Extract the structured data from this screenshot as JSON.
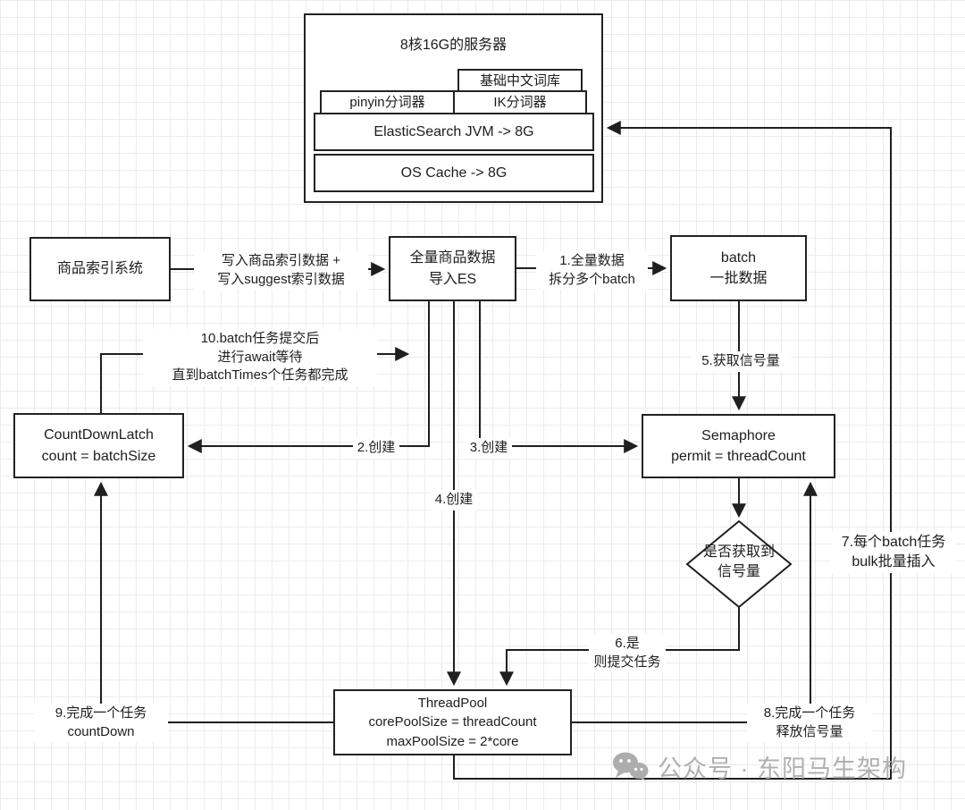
{
  "server": {
    "title": "8核16G的服务器",
    "dict": "基础中文词库",
    "pinyin": "pinyin分词器",
    "ik": "IK分词器",
    "jvm": "ElasticSearch JVM -> 8G",
    "os_cache": "OS Cache -> 8G"
  },
  "nodes": {
    "index_system": {
      "line1": "商品索引系统"
    },
    "import_es": {
      "line1": "全量商品数据",
      "line2": "导入ES"
    },
    "batch": {
      "line1": "batch",
      "line2": "一批数据"
    },
    "countdownlatch": {
      "line1": "CountDownLatch",
      "line2": "count = batchSize"
    },
    "semaphore": {
      "line1": "Semaphore",
      "line2": "permit = threadCount"
    },
    "decision": {
      "line1": "是否获取到",
      "line2": "信号量"
    },
    "threadpool": {
      "line1": "ThreadPool",
      "line2": "corePoolSize = threadCount",
      "line3": "maxPoolSize = 2*core"
    }
  },
  "edge_labels": {
    "write_index": {
      "line1": "写入商品索引数据 +",
      "line2": "写入suggest索引数据"
    },
    "step1": {
      "line1": "1.全量数据",
      "line2": "拆分多个batch"
    },
    "step2": "2.创建",
    "step3": "3.创建",
    "step4": "4.创建",
    "step5": "5.获取信号量",
    "step6": {
      "line1": "6.是",
      "line2": "则提交任务"
    },
    "step7": {
      "line1": "7.每个batch任务",
      "line2": "bulk批量插入"
    },
    "step8": {
      "line1": "8.完成一个任务",
      "line2": "释放信号量"
    },
    "step9": {
      "line1": "9.完成一个任务",
      "line2": "countDown"
    },
    "step10": {
      "line1": "10.batch任务提交后",
      "line2": "进行await等待",
      "line3": "直到batchTimes个任务都完成"
    }
  },
  "watermark": {
    "icon": "wechat-icon",
    "text": "公众号 · 东阳马生架构"
  },
  "colors": {
    "line": "#1f1f1f",
    "grid": "#ececec",
    "watermark": "#b0b0b0"
  }
}
